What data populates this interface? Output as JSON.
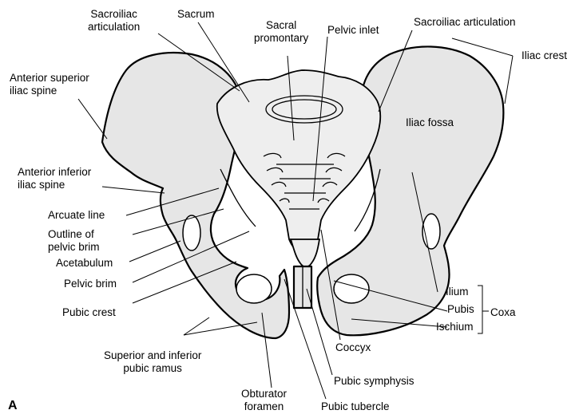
{
  "panel_letter": "A",
  "labels": {
    "sacroiliac_articulation_left": [
      "Sacroiliac",
      "articulation"
    ],
    "sacrum": [
      "Sacrum"
    ],
    "sacral_promontary": [
      "Sacral",
      "promontary"
    ],
    "pelvic_inlet": [
      "Pelvic inlet"
    ],
    "sacroiliac_articulation_right": [
      "Sacroiliac articulation"
    ],
    "iliac_crest": [
      "Iliac crest"
    ],
    "anterior_superior_iliac_spine": [
      "Anterior superior",
      "iliac spine"
    ],
    "iliac_fossa": [
      "Iliac fossa"
    ],
    "anterior_inferior_iliac_spine": [
      "Anterior inferior",
      "iliac spine"
    ],
    "arcuate_line": [
      "Arcuate line"
    ],
    "outline_of_pelvic_brim": [
      "Outline of",
      "pelvic brim"
    ],
    "acetabulum": [
      "Acetabulum"
    ],
    "pelvic_brim": [
      "Pelvic brim"
    ],
    "pubic_crest": [
      "Pubic crest"
    ],
    "ilium": [
      "Ilium"
    ],
    "pubis": [
      "Pubis"
    ],
    "ischium": [
      "Ischium"
    ],
    "coxa": [
      "Coxa"
    ],
    "superior_inferior_pubic_ramus": [
      "Superior and inferior",
      "pubic ramus"
    ],
    "coccyx": [
      "Coccyx"
    ],
    "pubic_symphysis": [
      "Pubic symphysis"
    ],
    "obturator_foramen": [
      "Obturator",
      "foramen"
    ],
    "pubic_tubercle": [
      "Pubic tubercle"
    ]
  }
}
